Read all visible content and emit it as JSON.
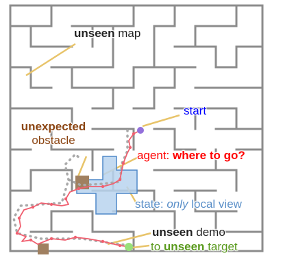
{
  "labels": {
    "unseen_map": {
      "emph": "unseen",
      "rest": "map"
    },
    "start": "start",
    "unexpected_obstacle": {
      "line1": "unexpected",
      "line2": "obstacle"
    },
    "agent": {
      "prefix": "agent:",
      "emph": "where to go?"
    },
    "state": {
      "prefix": "state:",
      "emph": "only",
      "rest": "local view"
    },
    "unseen_demo": {
      "emph": "unseen",
      "rest": "demo"
    },
    "unseen_target": {
      "prefix": "to",
      "emph": "unseen",
      "rest": "target"
    }
  },
  "colors": {
    "wall": "#8c8c8c",
    "agent_path": "#f06070",
    "demo_path": "#a9a9a9",
    "start_marker": "#9370db",
    "target_marker": "#98e07a",
    "obstacle": "#a08060",
    "local_view_fill": "#b8d4ef",
    "local_view_stroke": "#4f88c8",
    "callout_line": "#e8c46a",
    "text_dark": "#222222",
    "text_blue": "#0000ff",
    "text_red": "#ff0000",
    "text_brown": "#8b4513",
    "text_state": "#5a8fc8",
    "text_green": "#5a9a1e"
  }
}
